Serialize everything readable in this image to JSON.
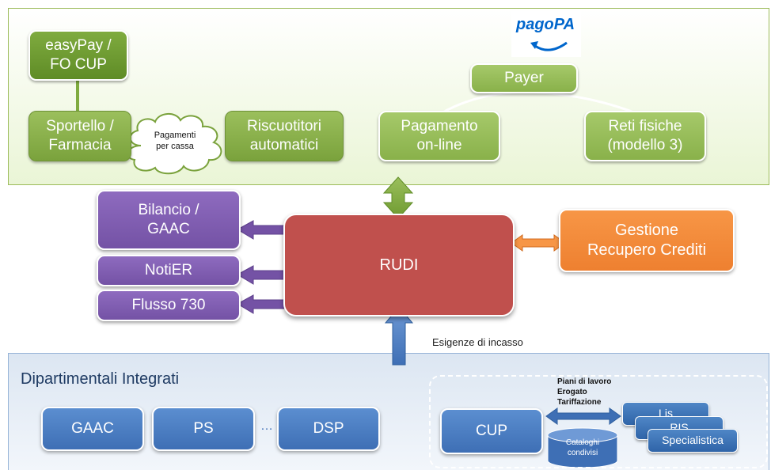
{
  "top": {
    "easypay": "easyPay /\nFO CUP",
    "sportello": "Sportello /\nFarmacia",
    "riscuotitori": "Riscuotitori\nautomatici",
    "cloud": "Pagamenti\nper cassa",
    "pagopa_logo": "pagoPA",
    "payer": "Payer",
    "pagamento_online": "Pagamento\non-line",
    "reti_fisiche": "Reti fisiche\n(modello 3)"
  },
  "middle": {
    "bilancio": "Bilancio /\nGAAC",
    "notier": "NotiER",
    "flusso": "Flusso 730",
    "rudi": "RUDI",
    "gestione": "Gestione\nRecupero Crediti",
    "esigenze": "Esigenze di incasso"
  },
  "bottom": {
    "title": "Dipartimentali Integrati",
    "gaac": "GAAC",
    "ps": "PS",
    "ellipsis": "…",
    "dsp": "DSP",
    "cup": "CUP",
    "note": "Piani di lavoro\nErogato\nTariffazione",
    "cataloghi": "Cataloghi\ncondivisi",
    "lis": "Lis",
    "ris": "RIS",
    "specialistica": "Specialistica"
  },
  "colors": {
    "green_dark": "#6e9a30",
    "purple": "#8064a2",
    "red": "#c0504d",
    "orange": "#f79646",
    "blue": "#4f81bd"
  }
}
